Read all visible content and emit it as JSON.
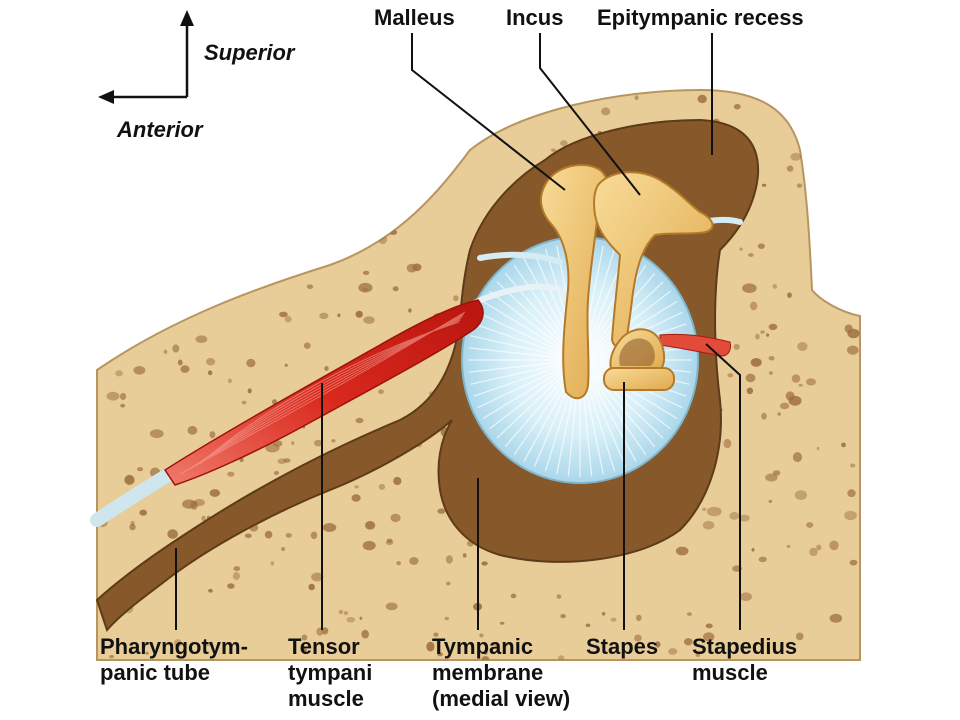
{
  "orientation": {
    "superior": "Superior",
    "anterior": "Anterior"
  },
  "labels": {
    "malleus": "Malleus",
    "incus": "Incus",
    "epitympanic_recess": "Epitympanic recess",
    "pharyngotympanic_tube": "Pharyngotym-\npanic tube",
    "tensor_tympani": "Tensor\ntympani\nmuscle",
    "tympanic_membrane": "Tympanic\nmembrane\n(medial view)",
    "stapes": "Stapes",
    "stapedius": "Stapedius\nmuscle"
  },
  "colors": {
    "bone": "#e8cd98",
    "bone_pore": "#9c6e3d",
    "cavity": "#86582a",
    "ossicle": "#eebf6a",
    "membrane": "#c6e8f4",
    "muscle": "#d9281c",
    "tendon": "#d7ecf2"
  }
}
